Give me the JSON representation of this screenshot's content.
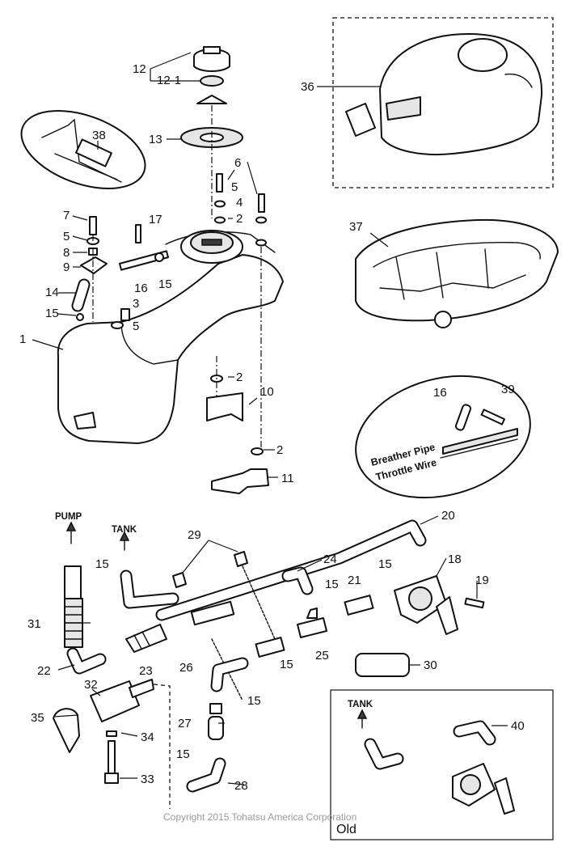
{
  "diagram": {
    "callouts": {
      "c1": "1",
      "c2a": "2",
      "c2b": "2",
      "c2c": "2",
      "c3": "3",
      "c4": "4",
      "c5a": "5",
      "c5b": "5",
      "c5c": "5",
      "c6": "6",
      "c7": "7",
      "c8": "8",
      "c9": "9",
      "c10": "10",
      "c11": "11",
      "c12": "12",
      "c12_1": "12-1",
      "c13": "13",
      "c14": "14",
      "c15a": "15",
      "c15b": "15",
      "c15c": "15",
      "c15d": "15",
      "c15e": "15",
      "c15f": "15",
      "c15g": "15",
      "c15h": "15",
      "c16a": "16",
      "c16b": "16",
      "c17": "17",
      "c18": "18",
      "c19": "19",
      "c20": "20",
      "c21": "21",
      "c22": "22",
      "c23": "23",
      "c24": "24",
      "c25": "25",
      "c26": "26",
      "c27": "27",
      "c28": "28",
      "c29": "29",
      "c30": "30",
      "c31": "31",
      "c32": "32",
      "c33": "33",
      "c34": "34",
      "c35": "35",
      "c36": "36",
      "c37": "37",
      "c38": "38",
      "c39": "39",
      "c40": "40"
    },
    "labels": {
      "pump": "PUMP",
      "tank": "TANK",
      "tank_old": "TANK",
      "breather_pipe": "Breather Pipe",
      "throttle_wire": "Throttle  Wire",
      "old": "Old"
    },
    "copyright": "Copyright 2015 Tohatsu America Corporation"
  }
}
